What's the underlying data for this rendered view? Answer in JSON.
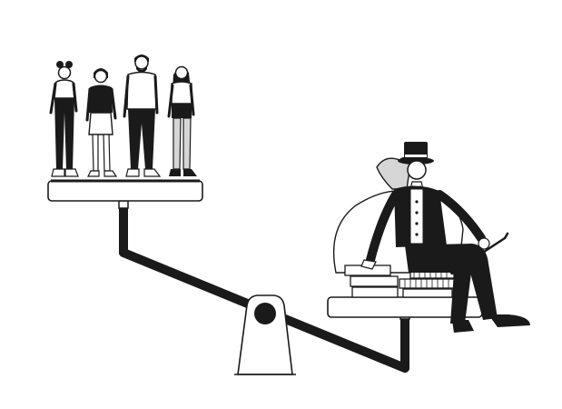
{
  "illustration": {
    "subject": "seesaw-inequality",
    "colors": {
      "ink": "#1a1a1a",
      "paper": "#ffffff",
      "shade": "#d6d6d6",
      "light": "#f2f2f2"
    },
    "left_group_count": 4,
    "right_group_count": 1
  }
}
